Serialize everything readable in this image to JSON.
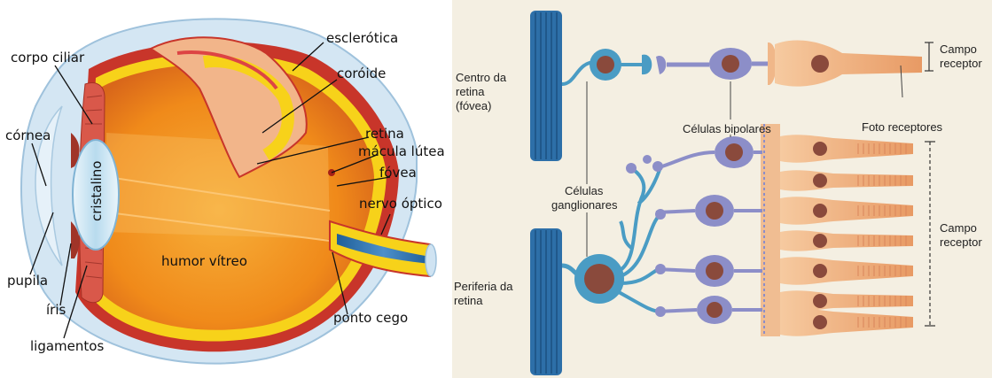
{
  "eye_diagram": {
    "labels": {
      "esclerotica": "esclerótica",
      "corpo_ciliar": "corpo ciliar",
      "coroide": "coróide",
      "retina": "retina",
      "cornea": "córnea",
      "macula": "mácula lútea",
      "fovea": "fóvea",
      "nervo": "nervo óptico",
      "cristalino": "cristalino",
      "humor": "humor vítreo",
      "pupila": "pupila",
      "iris": "íris",
      "ponto_cego": "ponto cego",
      "ligamentos": "ligamentos"
    }
  },
  "retina_diagram": {
    "labels": {
      "centro_line1": "Centro da",
      "centro_line2": "retina",
      "centro_line3": "(fóvea)",
      "periferia_line1": "Periferia da",
      "periferia_line2": "retina",
      "ganglionares_line1": "Células",
      "ganglionares_line2": "ganglionares",
      "bipolares": "Células bipolares",
      "fotoreceptores": "Foto receptores",
      "campo_top_line1": "Campo",
      "campo_top_line2": "receptor",
      "campo_bottom_line1": "Campo",
      "campo_bottom_line2": "receptor"
    }
  },
  "colors": {
    "sclera_blue": "#cfe3f2",
    "vitreous_orange": "#f39a1f",
    "retina_yellow": "#f7d21a",
    "choroid_red": "#c8352a",
    "nerve_blue": "#2d6fa8",
    "ganglion_teal": "#4a9cc4",
    "bipolar_violet": "#8c8ec8",
    "photoreceptor_peach": "#f0b789",
    "retina_bg": "#f4efe2"
  }
}
